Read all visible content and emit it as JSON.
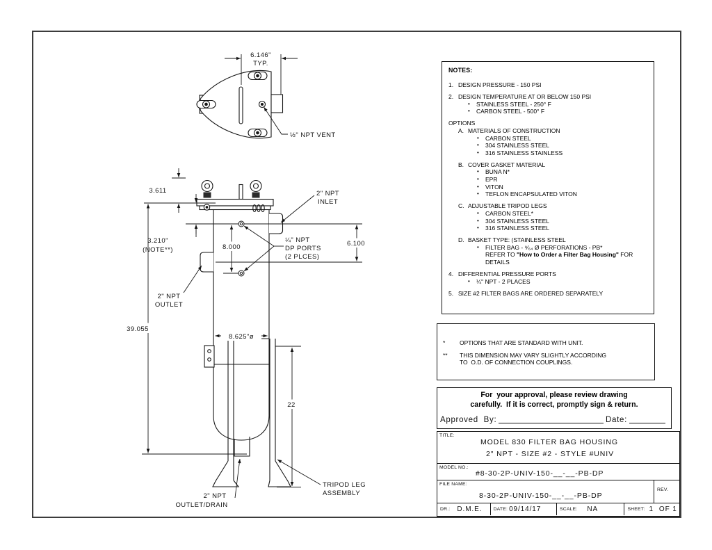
{
  "drawing": {
    "top_view": {
      "dim_width": "6.146\"",
      "dim_typ": "TYP.",
      "vent_label": "½\" NPT VENT"
    },
    "front_view": {
      "dim_cover": "3.611",
      "dim_note": "3.210\"",
      "dim_note_ref": "(NOTE**)",
      "dim_dp": "8.000",
      "dim_inlet_dp": "6.100",
      "dim_height": "39.055",
      "dim_dia": "8.625\"ø",
      "dim_leg": "22",
      "inlet1": "2\" NPT",
      "inlet2": "INLET",
      "dp1": "¼\" NPT",
      "dp2": "DP PORTS",
      "dp3": "(2 PLCES)",
      "outlet1": "2\" NPT",
      "outlet2": "OUTLET",
      "drain1": "2\" NPT",
      "drain2": "OUTLET/DRAIN",
      "tripod1": "TRIPOD LEG",
      "tripod2": "ASSEMBLY"
    }
  },
  "notes": {
    "title": "NOTES:",
    "items": [
      {
        "t": "num",
        "m": "1.",
        "x": "DESIGN PRESSURE - 150 PSI"
      },
      {
        "t": "num",
        "m": "2.",
        "x": "DESIGN TEMPERATURE AT OR BELOW 150 PSI",
        "gap": true
      },
      {
        "t": "b2",
        "x": "STAINLESS STEEL - 250° F"
      },
      {
        "t": "b2",
        "x": "CARBON STEEL - 500° F"
      },
      {
        "t": "plain",
        "x": "OPTIONS",
        "gap": true
      },
      {
        "t": "let",
        "m": "A.",
        "x": "MATERIALS OF CONSTRUCTION"
      },
      {
        "t": "b3",
        "x": "CARBON STEEL"
      },
      {
        "t": "b3",
        "x": "304 STAINLESS STEEL"
      },
      {
        "t": "b3",
        "x": "316 STAINLESS STAINLESS"
      },
      {
        "t": "let",
        "m": "B.",
        "x": "COVER GASKET MATERIAL",
        "gap": true
      },
      {
        "t": "b3",
        "x": "BUNA N*"
      },
      {
        "t": "b3",
        "x": "EPR"
      },
      {
        "t": "b3",
        "x": "VITON"
      },
      {
        "t": "b3",
        "x": "TEFLON ENCAPSULATED VITON"
      },
      {
        "t": "let",
        "m": "C.",
        "x": "ADJUSTABLE TRIPOD LEGS",
        "gap": true
      },
      {
        "t": "b3",
        "x": "CARBON STEEL*"
      },
      {
        "t": "b3",
        "x": "304 STAINLESS STEEL"
      },
      {
        "t": "b3",
        "x": "316 STAINLESS STEEL"
      },
      {
        "t": "let",
        "m": "D.",
        "x": "BASKET TYPE: (STAINLESS STEEL",
        "gap": true
      },
      {
        "t": "b3",
        "x": "FILTER BAG - ⁹⁄₆₄ Ø PERFORATIONS - PB*"
      },
      {
        "t": "cont3",
        "pre": "REFER TO ",
        "bold": "\"How to Order a Filter Bag Housing\"",
        "post": " FOR"
      },
      {
        "t": "cont3",
        "x": "DETAILS"
      },
      {
        "t": "num",
        "m": "4.",
        "x": "DIFFERENTIAL PRESSURE PORTS",
        "gap": true
      },
      {
        "t": "b2",
        "x": "¼\" NPT - 2 PLACES"
      },
      {
        "t": "num",
        "m": "5.",
        "x": "SIZE #2 FILTER BAGS ARE ORDERED SEPARATELY",
        "gap": true
      }
    ]
  },
  "footnotes": {
    "items": [
      {
        "marker": "*",
        "lines": [
          "OPTIONS THAT ARE STANDARD WITH UNIT."
        ]
      },
      {
        "marker": "**",
        "lines": [
          "THIS DIMENSION MAY VARY SLIGHTLY ACCORDING",
          "TO  O.D. OF CONNECTION COUPLINGS."
        ]
      }
    ]
  },
  "approval": {
    "line1": "For  your approval, please review drawing",
    "line2": "carefully.  If it is correct, promptly sign & return.",
    "approved_label": "Approved  By:",
    "date_label": "Date:"
  },
  "title_block": {
    "title_label": "TITLE:",
    "title_line1": "MODEL 830 FILTER BAG HOUSING",
    "title_line2": "2\" NPT - SIZE #2 - STYLE #UNIV",
    "model_label": "MODEL NO.:",
    "model_value": "#8-30-2P-UNIV-150-__-__-PB-DP",
    "file_label": "FILE NAME:",
    "file_value": "8-30-2P-UNIV-150-__-__-PB-DP",
    "rev_label": "REV.",
    "dr_label": "DR.:",
    "dr_value": "D.M.E.",
    "date_label": "DATE:",
    "date_value": "09/14/17",
    "scale_label": "SCALE:",
    "scale_value": "NA",
    "sheet_label": "SHEET:",
    "sheet_value": "1",
    "of_label": "OF 1"
  }
}
